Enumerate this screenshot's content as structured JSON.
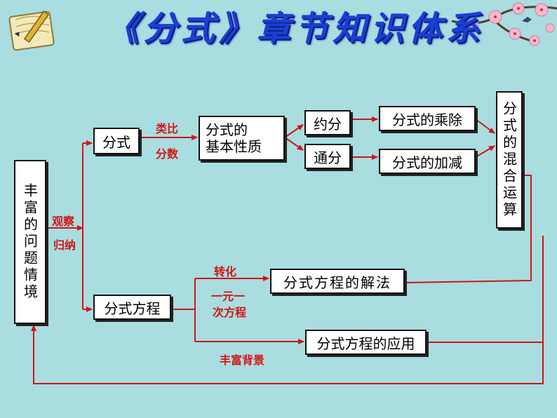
{
  "title": "《分式》章节知识体系",
  "boxes": {
    "situation": "丰富的问题情境",
    "fraction": "分式",
    "basic_property_line1": "分式的",
    "basic_property_line2": "基本性质",
    "reduce": "约分",
    "common_denominator": "通分",
    "mul_div": "分式的乘除",
    "add_sub": "分式的加减",
    "mixed_ops": "分式的混合运算",
    "equation": "分式方程",
    "equation_solving": "分式方程的解法",
    "equation_application": "分式方程的应用"
  },
  "labels": {
    "observe": "观察",
    "induce": "归纳",
    "analogy": "类比",
    "fraction_number": "分数",
    "transform": "转化",
    "linear_1": "一元一",
    "linear_2": "次方程",
    "rich_background": "丰富背景"
  },
  "colors": {
    "title": "#1b3fd6",
    "arrow": "#d31414",
    "background": "#a9dde0"
  }
}
